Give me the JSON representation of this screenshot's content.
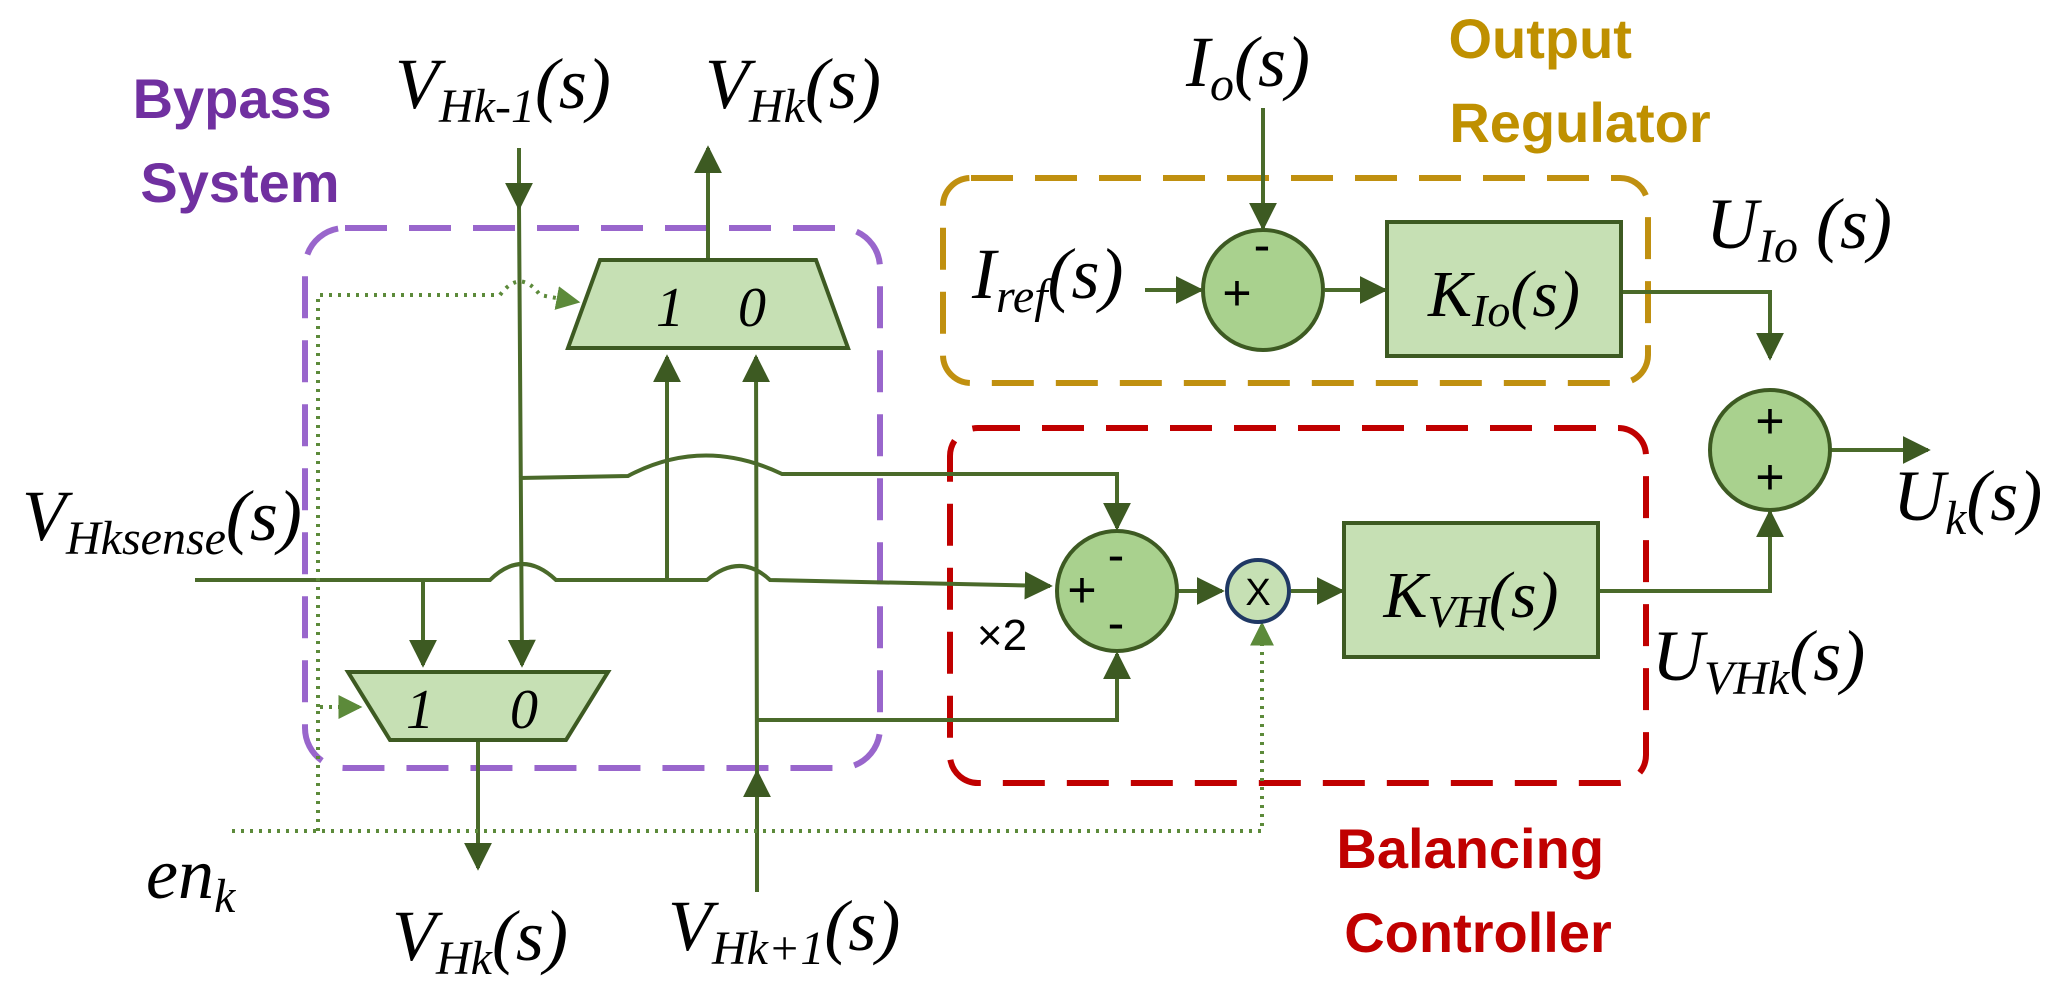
{
  "groups": {
    "bypass": {
      "line1": "Bypass",
      "line2": "System",
      "color": "#7030a0",
      "border": "#9966cc"
    },
    "output": {
      "line1": "Output",
      "line2": "Regulator",
      "color": "#bf9000",
      "border": "#c09010"
    },
    "balancing": {
      "line1": "Balancing",
      "line2": "Controller",
      "color": "#c00000",
      "border": "#c00000"
    }
  },
  "signals": {
    "vhk_minus1": {
      "main": "V",
      "sub": "Hk-1",
      "tail": "(s)"
    },
    "vhk_top": {
      "main": "V",
      "sub": "Hk",
      "tail": "(s)"
    },
    "io": {
      "main": "I",
      "sub": "o",
      "tail": "(s)"
    },
    "iref": {
      "main": "I",
      "sub": "ref",
      "tail": "(s)"
    },
    "uio": {
      "main": "U",
      "sub": "Io",
      "tail": " (s)"
    },
    "vhksense": {
      "main": "V",
      "sub": "Hksense",
      "tail": "(s)"
    },
    "uk": {
      "main": "U",
      "sub": "k",
      "tail": "(s)"
    },
    "uvhk": {
      "main": "U",
      "sub": "VHk",
      "tail": "(s)"
    },
    "enk": {
      "main": "en",
      "sub": "k",
      "tail": ""
    },
    "vhk_bottom": {
      "main": "V",
      "sub": "Hk",
      "tail": "(s)"
    },
    "vhk_plus1": {
      "main": "V",
      "sub": "Hk+1",
      "tail": "(s)"
    }
  },
  "blocks": {
    "kio": {
      "main": "K",
      "sub": "Io",
      "tail": "(s)"
    },
    "kvh": {
      "main": "K",
      "sub": "VH",
      "tail": "(s)"
    }
  },
  "mux": {
    "top": {
      "in1": "1",
      "in0": "0"
    },
    "bottom": {
      "in1": "1",
      "in0": "0"
    }
  },
  "sums": {
    "output": {
      "top": "-",
      "left": "+"
    },
    "balance": {
      "left": "+",
      "top": "-",
      "bottom": "-"
    },
    "final": {
      "top": "+",
      "bottom": "+"
    }
  },
  "multiplier": {
    "symbol": "X"
  },
  "gain": {
    "label": "×2"
  },
  "colors": {
    "wire": "#4a6a2a",
    "block_fill": "#c6e0b4",
    "sum_fill": "#a9d18e"
  }
}
